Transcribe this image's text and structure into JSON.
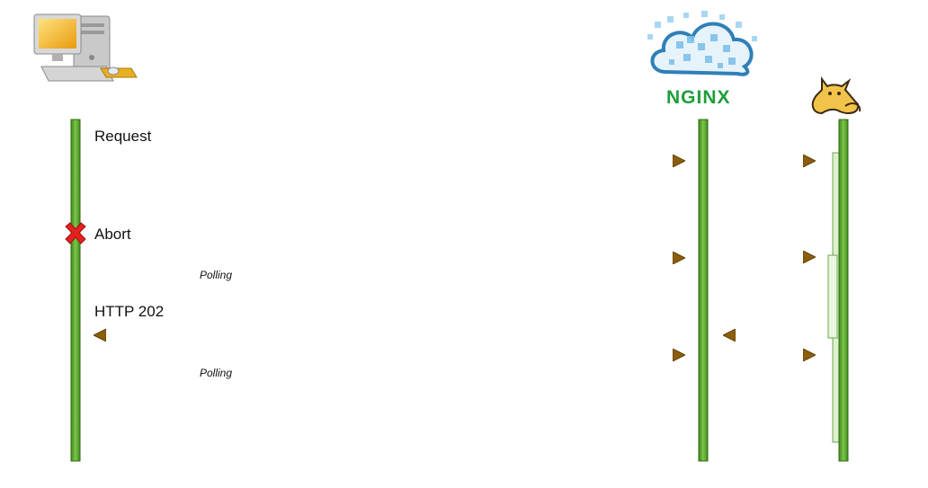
{
  "participants": {
    "client": {
      "icon": "desktop-computer-icon"
    },
    "proxy": {
      "icon": "cloud-icon",
      "brand_text": "NGINX",
      "brand_color": "#1f9e3a"
    },
    "server": {
      "icon": "tomcat-icon"
    }
  },
  "messages": {
    "request": "Request",
    "abort": "Abort",
    "http202": "HTTP 202",
    "polling_1": "Polling",
    "polling_2": "Polling"
  },
  "colors": {
    "lifeline": "#4f9a28",
    "arrow": "#9a6c10",
    "activation": "#dff0d2",
    "abort_mark": "#e52020"
  }
}
